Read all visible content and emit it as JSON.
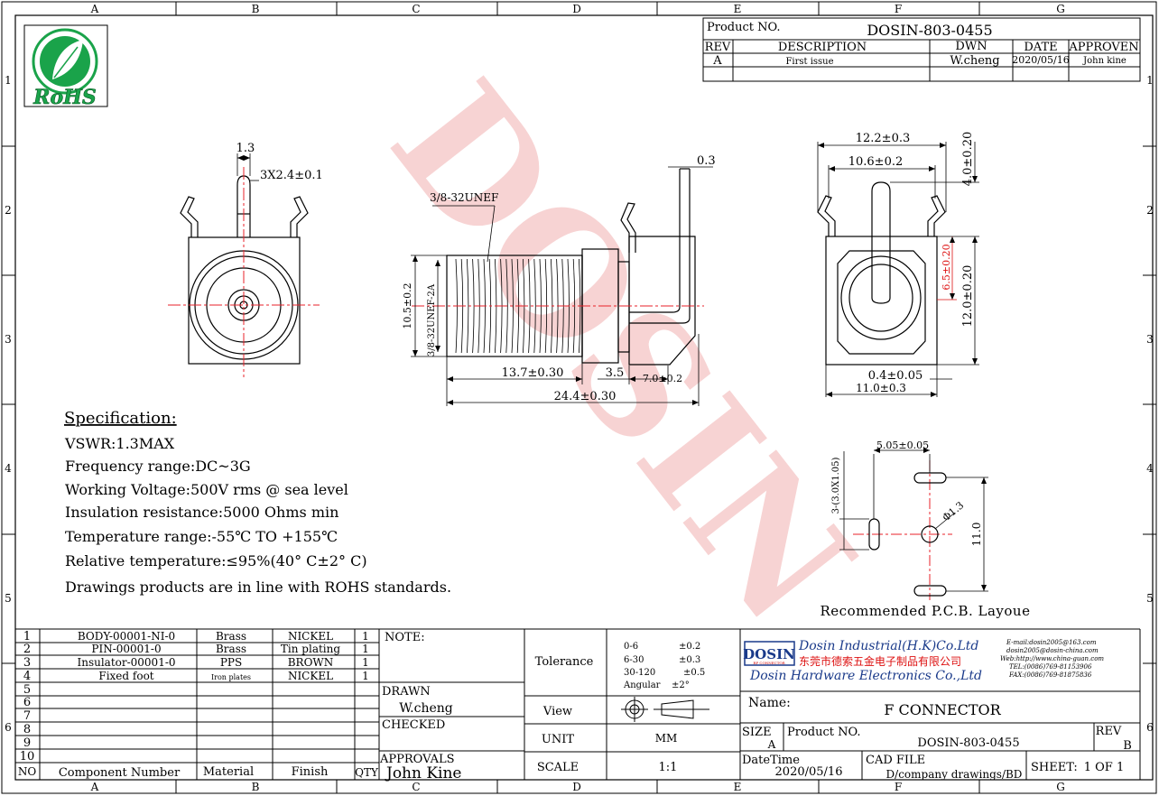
{
  "frame": {
    "columns": [
      "A",
      "B",
      "C",
      "D",
      "E",
      "F",
      "G"
    ],
    "rows": [
      "1",
      "2",
      "3",
      "4",
      "5",
      "6"
    ]
  },
  "logo": {
    "text": "RoHS"
  },
  "title_block": {
    "product_no_label": "Product NO.",
    "product_no": "DOSIN-803-0455",
    "headers": {
      "rev": "REV",
      "description": "DESCRIPTION",
      "dwn": "DWN",
      "date": "DATE",
      "approven": "APPROVEN"
    },
    "row": {
      "rev": "A",
      "description": "First issue",
      "dwn": "W.cheng",
      "date": "2020/05/16",
      "approven": "John kine"
    }
  },
  "drawings": {
    "front_dims": [
      "1.3",
      "3X2.4±0.1"
    ],
    "side_thread_label": "3/8-32UNEF",
    "side_dims": [
      "0.3",
      "10.5±0.2",
      "3/8-32UNEF-2A",
      "13.7±0.30",
      "3.5",
      "7.0±0.2",
      "24.4±0.30"
    ],
    "right_dims": [
      "12.2±0.3",
      "10.6±0.2",
      "4.0±0.20",
      "6.5±0.20",
      "12.0±0.20",
      "0.4±0.05",
      "11.0±0.3"
    ],
    "pcb_dims": [
      "5.05±0.05",
      "3-(3.0X1.05)",
      "Φ1.3",
      "11.0"
    ],
    "pcb_title": "Recommended P.C.B. Layoue",
    "watermark": "DOSIN"
  },
  "specification": {
    "title": "Specification:",
    "lines": [
      "VSWR:1.3MAX",
      "Frequency range:DC~3G",
      "Working Voltage:500V rms @ sea level",
      "Insulation resistance:5000 Ohms min",
      "Temperature range:-55℃ TO +155℃",
      "Relative temperature:≤95%(40° C±2° C)",
      "Drawings products are in line with ROHS standards."
    ]
  },
  "bom": {
    "headers": {
      "no": "NO",
      "component": "Component Number",
      "material": "Material",
      "finish": "Finish",
      "qty": "QTY"
    },
    "rows": [
      {
        "no": "1",
        "component": "BODY-00001-NI-0",
        "material": "Brass",
        "finish": "NICKEL",
        "qty": "1"
      },
      {
        "no": "2",
        "component": "PIN-00001-0",
        "material": "Brass",
        "finish": "Tin plating",
        "qty": "1"
      },
      {
        "no": "3",
        "component": "Insulator-00001-0",
        "material": "PPS",
        "finish": "BROWN",
        "qty": "1"
      },
      {
        "no": "4",
        "component": "Fixed foot",
        "material": "Iron plates",
        "finish": "NICKEL",
        "qty": "1"
      },
      {
        "no": "5",
        "component": "",
        "material": "",
        "finish": "",
        "qty": ""
      },
      {
        "no": "6",
        "component": "",
        "material": "",
        "finish": "",
        "qty": ""
      },
      {
        "no": "7",
        "component": "",
        "material": "",
        "finish": "",
        "qty": ""
      },
      {
        "no": "8",
        "component": "",
        "material": "",
        "finish": "",
        "qty": ""
      },
      {
        "no": "9",
        "component": "",
        "material": "",
        "finish": "",
        "qty": ""
      },
      {
        "no": "10",
        "component": "",
        "material": "",
        "finish": "",
        "qty": ""
      }
    ]
  },
  "approvals": {
    "note": "NOTE:",
    "drawn_label": "DRAWN",
    "drawn_by": "W.cheng",
    "checked_label": "CHECKED",
    "approvals_label": "APPROVALS",
    "approved_by": "John Kine"
  },
  "tolerance": {
    "label": "Tolerance",
    "rows": [
      {
        "range": "0-6",
        "value": "±0.2"
      },
      {
        "range": "6-30",
        "value": "±0.3"
      },
      {
        "range": "30-120",
        "value": "±0.5"
      },
      {
        "range": "Angular",
        "value": "±2°"
      }
    ],
    "view_label": "View",
    "unit_label": "UNIT",
    "unit": "MM",
    "scale_label": "SCALE",
    "scale": "1:1"
  },
  "company": {
    "logo": "DOSIN",
    "logo_sub": "RF CONNECTOR",
    "name1": "Dosin Industrial(H.K)Co.Ltd",
    "name_cn": "东莞市德索五金电子制品有限公司",
    "name2": "Dosin Hardware Electronics Co.,Ltd",
    "contacts": [
      "E-mail:dosin2005@163.com",
      "dosin2005@dosin-china.com",
      "Web:http://www.china-guan.com",
      "TEL:(0086)769-81153906",
      "FAX:(0086)769-81875836"
    ]
  },
  "part": {
    "name_label": "Name:",
    "name": "F CONNECTOR",
    "size_label": "SIZE",
    "size": "A",
    "product_no_label": "Product NO.",
    "product_no": "DOSIN-803-0455",
    "rev_label": "REV",
    "rev": "B",
    "datetime_label": "DateTime",
    "datetime": "2020/05/16",
    "cad_label": "CAD FILE",
    "cad": "D/company drawings/BD",
    "sheet_label": "SHEET:",
    "sheet": "1 OF 1"
  },
  "colors": {
    "line": "#000000",
    "center": "#e8202a",
    "dim": "#000000",
    "dim_red": "#d11",
    "watermark": "#f7c9c9",
    "logo_green": "#1aa34a",
    "company_blue": "#1a3a8a"
  }
}
